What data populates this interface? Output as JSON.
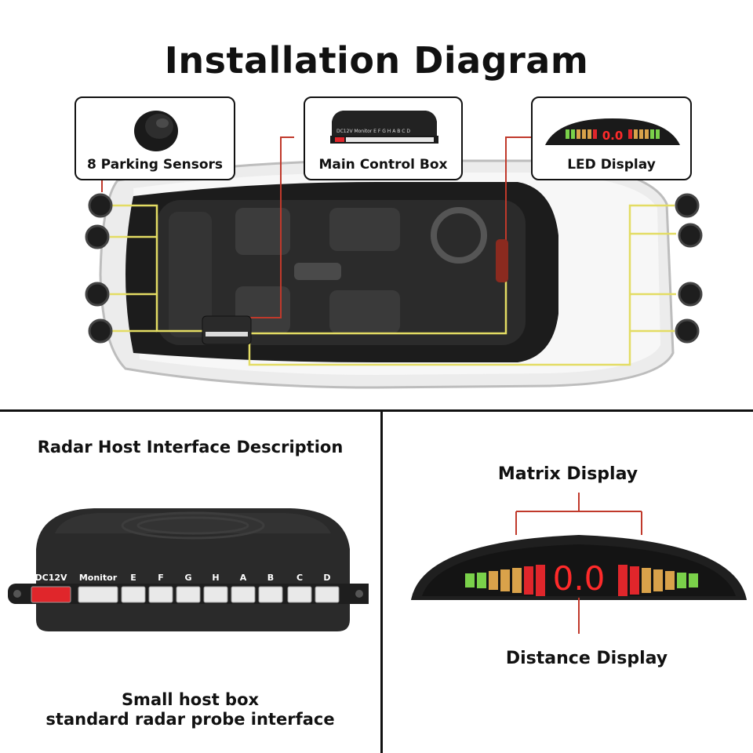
{
  "title": "Installation Diagram",
  "callouts": {
    "sensors": "8 Parking Sensors",
    "control_box": "Main Control Box",
    "led_display": "LED Display"
  },
  "host": {
    "heading": "Radar Host Interface Description",
    "ports": [
      "DC12V",
      "Monitor",
      "E",
      "F",
      "G",
      "H",
      "A",
      "B",
      "C",
      "D"
    ],
    "caption_line1": "Small host box",
    "caption_line2": "standard radar probe interface"
  },
  "display": {
    "matrix_label": "Matrix Display",
    "distance_label": "Distance Display",
    "readout": "0.0"
  },
  "colors": {
    "wire": "#e3dc63",
    "leader": "#c0392b",
    "seg_green": "#7ad14a",
    "seg_amber": "#d9a24a",
    "seg_red": "#e0262b",
    "digit_red": "#ff2a2a"
  }
}
